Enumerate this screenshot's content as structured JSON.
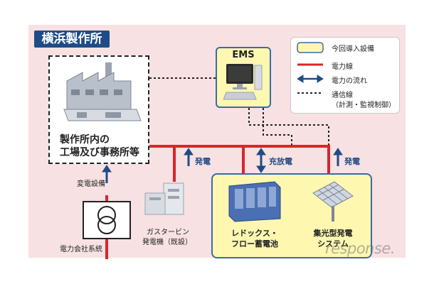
{
  "title": "横浜製作所",
  "factory": {
    "line1": "製作所内の",
    "line2": "工場及び事務所等"
  },
  "ems": {
    "label": "EMS"
  },
  "legend": {
    "items": [
      {
        "label": "今回導入設備",
        "icon": "yellow-box-swatch"
      },
      {
        "label": "電力線",
        "icon": "red-line-swatch"
      },
      {
        "label": "電力の流れ",
        "icon": "double-arrow-swatch"
      },
      {
        "label": "通信線",
        "icon": "dotted-line-swatch"
      }
    ],
    "note": "（計測・監視制御）"
  },
  "substation": {
    "label": "変電設備"
  },
  "grid": {
    "label": "電力会社系統"
  },
  "flows": {
    "gas_generation": "発電",
    "battery": "充放電",
    "solar_generation": "発電"
  },
  "gas_turbine": {
    "line1": "ガスタービン",
    "line2": "発電機（既設）"
  },
  "battery": {
    "line1": "レドックス・",
    "line2": "フロー蓄電池"
  },
  "solar": {
    "line1": "集光型発電",
    "line2": "システム"
  },
  "watermark": "response.",
  "colors": {
    "power_line": "#d9252b",
    "flow_arrow": "#1f4c86",
    "new_equipment": "#fdf7b0",
    "panel": "#f7e1e2"
  }
}
